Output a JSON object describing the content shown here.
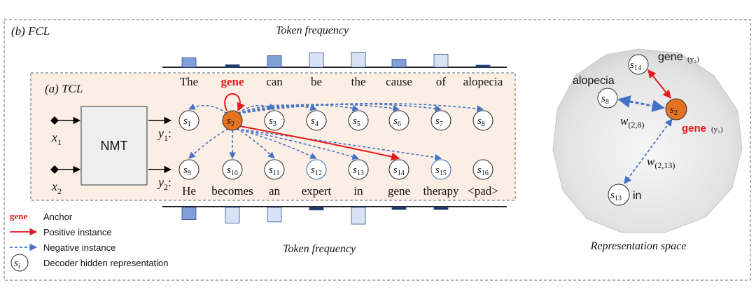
{
  "panels": {
    "outer_label": "(b) FCL",
    "inner_label": "(a) TCL",
    "nmt_label": "NMT"
  },
  "frequency": {
    "top_title": "Token frequency",
    "bottom_title": "Token frequency",
    "top_levels": [
      0.45,
      0.12,
      0.55,
      0.68,
      0.72,
      0.38,
      0.62,
      0.1
    ],
    "bottom_levels": [
      0.55,
      0.7,
      0.65,
      0.12,
      0.75,
      0.1,
      0.1,
      0
    ],
    "palette": {
      "light": "#d9e3f6",
      "mid": "#7f9fd9",
      "dark": "#1f3864"
    }
  },
  "inputs": {
    "x1": {
      "main": "x",
      "sub": "1"
    },
    "x2": {
      "main": "x",
      "sub": "2"
    },
    "y1": {
      "main": "y",
      "sub": "1"
    },
    "y2": {
      "main": "y",
      "sub": "2"
    }
  },
  "sentences": {
    "y1_tokens": [
      "The",
      "gene",
      "can",
      "be",
      "the",
      "cause",
      "of",
      "alopecia"
    ],
    "y2_tokens": [
      "He",
      "becomes",
      "an",
      "expert",
      "in",
      "gene",
      "therapy",
      "<pad>"
    ]
  },
  "nodes": {
    "top": [
      "1",
      "2",
      "3",
      "4",
      "5",
      "6",
      "7",
      "8"
    ],
    "bottom": [
      "9",
      "10",
      "11",
      "12",
      "13",
      "14",
      "15",
      "16"
    ]
  },
  "legend": {
    "anchor_word": "gene",
    "anchor_label": "Anchor",
    "positive_label": "Positive instance",
    "negative_label": "Negative instance",
    "hidden_symbol": "s",
    "hidden_sub": "i",
    "hidden_label": "Decoder hidden representation"
  },
  "representation": {
    "title": "Representation space",
    "s14": "14",
    "s8": "8",
    "s2": "2",
    "s13": "13",
    "gene_top_word": "gene",
    "gene_top_tag": "(y₂)",
    "alopecia": "alopecia",
    "gene_bottom_word": "gene",
    "gene_bottom_tag": "(y₁)",
    "in_word": "in",
    "w28_main": "w",
    "w28_sub": "(2,8)",
    "w213_main": "w",
    "w213_sub": "(2,13)"
  },
  "colors": {
    "anchor": "#e37222",
    "positive": "#e31a1c",
    "negative": "#4472c4",
    "tcl_fill": "#fbeee4",
    "nmt_fill": "#efefef",
    "sphere_fill": "#e6e6e6"
  }
}
